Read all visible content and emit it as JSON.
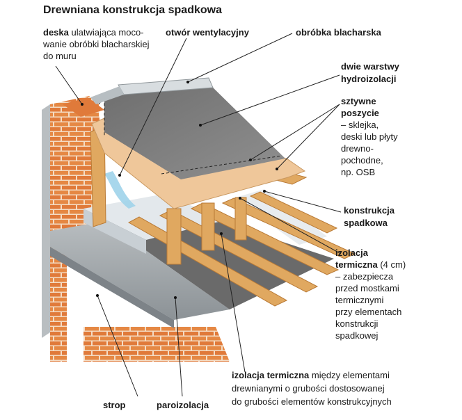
{
  "title": "Drewniana konstrukcja spadkowa",
  "labels": {
    "deska": {
      "bold": "deska",
      "rest_line1": " ulatwiająca moco-",
      "line2": "wanie obróbki blacharskiej",
      "line3": "do muru"
    },
    "otwor": {
      "bold": "otwór wentylacyjny"
    },
    "obrobka": {
      "bold": "obróbka blacharska"
    },
    "hydro": {
      "line1": "dwie warstwy",
      "line2": "hydroizolacji"
    },
    "poszycie": {
      "line1": "sztywne",
      "line2": "poszycie",
      "line3": "– sklejka,",
      "line4": "deski lub płyty",
      "line5": "drewno-",
      "line6": "pochodne,",
      "line7": "np. OSB"
    },
    "konstrukcja": {
      "line1": "konstrukcja",
      "line2": "spadkowa"
    },
    "izol4": {
      "line1": "izolacja",
      "line2_bold": "termiczna",
      "line2_rest": " (4 cm)",
      "line3": "– zabezpiecza",
      "line4": "przed mostkami",
      "line5": "termicznymi",
      "line6": "przy elementach",
      "line7": "konstrukcji",
      "line8": "spadkowej"
    },
    "izolmid": {
      "bold": "izolacja termiczna",
      "rest_line1": " między elementami",
      "line2": "drewnianymi o grubości dostosowanej",
      "line3": "do grubości elementów konstrukcyjnych"
    },
    "strop": {
      "bold": "strop"
    },
    "paroizolacja": {
      "bold": "paroizolacja"
    }
  },
  "colors": {
    "brick": "#e07a3a",
    "mortar": "#f4dcc4",
    "timber": "#e0a860",
    "osb": "#efc79a",
    "membrane": "#7e7e7e",
    "insulation": "#dde2e6",
    "concrete": "#9aa0a4",
    "metal": "#d8dde0",
    "leader": "#222222"
  }
}
